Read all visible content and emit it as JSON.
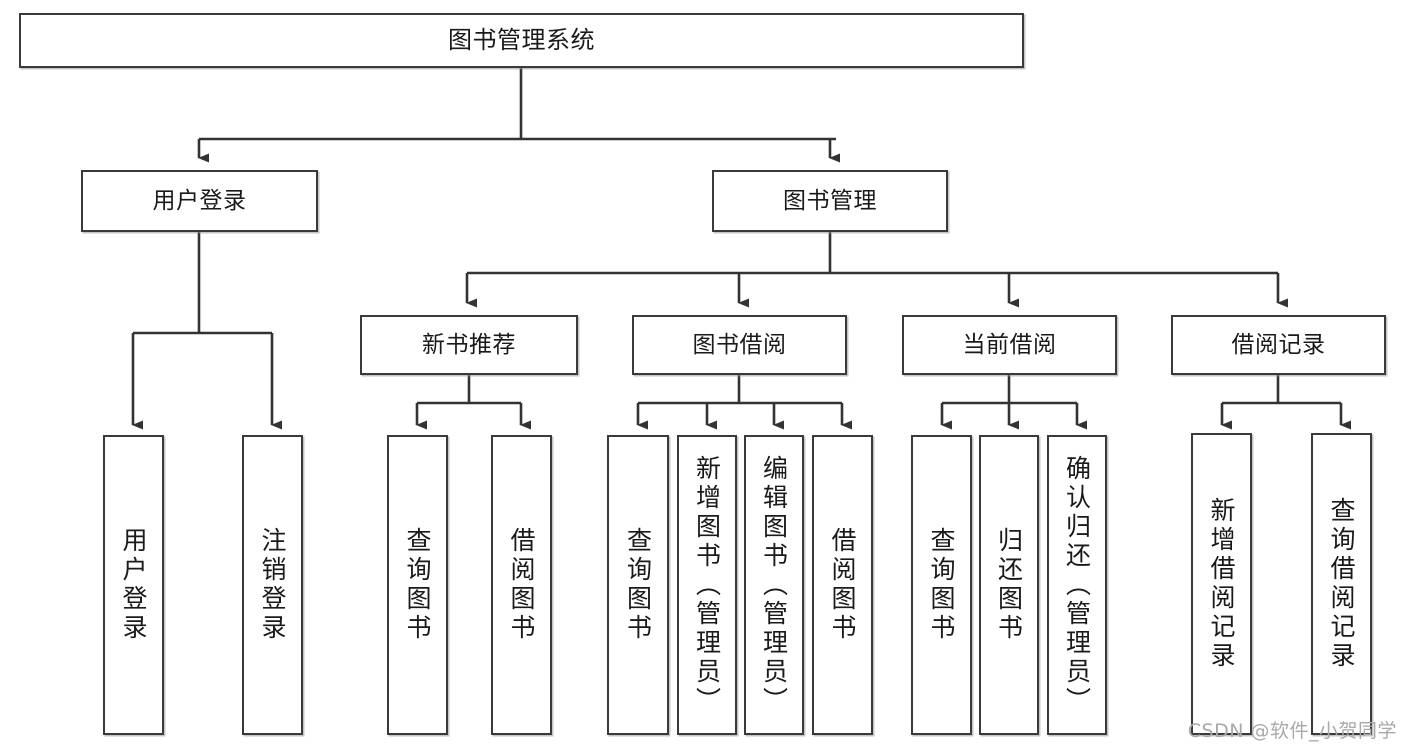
{
  "diagram": {
    "title": "图书管理系统",
    "type": "tree",
    "watermark": "CSDN @软件_小贺同学",
    "colors": {
      "box_border": "#3a3a3a",
      "box_fill": "#ffffff",
      "connector": "#333333",
      "text": "#1a1a1a",
      "watermark": "#a9a9a9",
      "background": "#ffffff"
    },
    "root": {
      "label": "图书管理系统"
    },
    "level2": [
      {
        "label": "用户登录"
      },
      {
        "label": "图书管理"
      }
    ],
    "level3": [
      {
        "label": "新书推荐"
      },
      {
        "label": "图书借阅"
      },
      {
        "label": "当前借阅"
      },
      {
        "label": "借阅记录"
      }
    ],
    "leaves": {
      "user_login": [
        {
          "label": "用户登录"
        },
        {
          "label": "注销登录"
        }
      ],
      "new_book": [
        {
          "label": "查询图书"
        },
        {
          "label": "借阅图书"
        }
      ],
      "book_borrow": [
        {
          "label": "查询图书"
        },
        {
          "label": "新增图书（管理员）"
        },
        {
          "label": "编辑图书（管理员）"
        },
        {
          "label": "借阅图书"
        }
      ],
      "current_borrow": [
        {
          "label": "查询图书"
        },
        {
          "label": "归还图书"
        },
        {
          "label": "确认归还（管理员）"
        }
      ],
      "borrow_record": [
        {
          "label": "新增借阅记录"
        },
        {
          "label": "查询借阅记录"
        }
      ]
    }
  }
}
